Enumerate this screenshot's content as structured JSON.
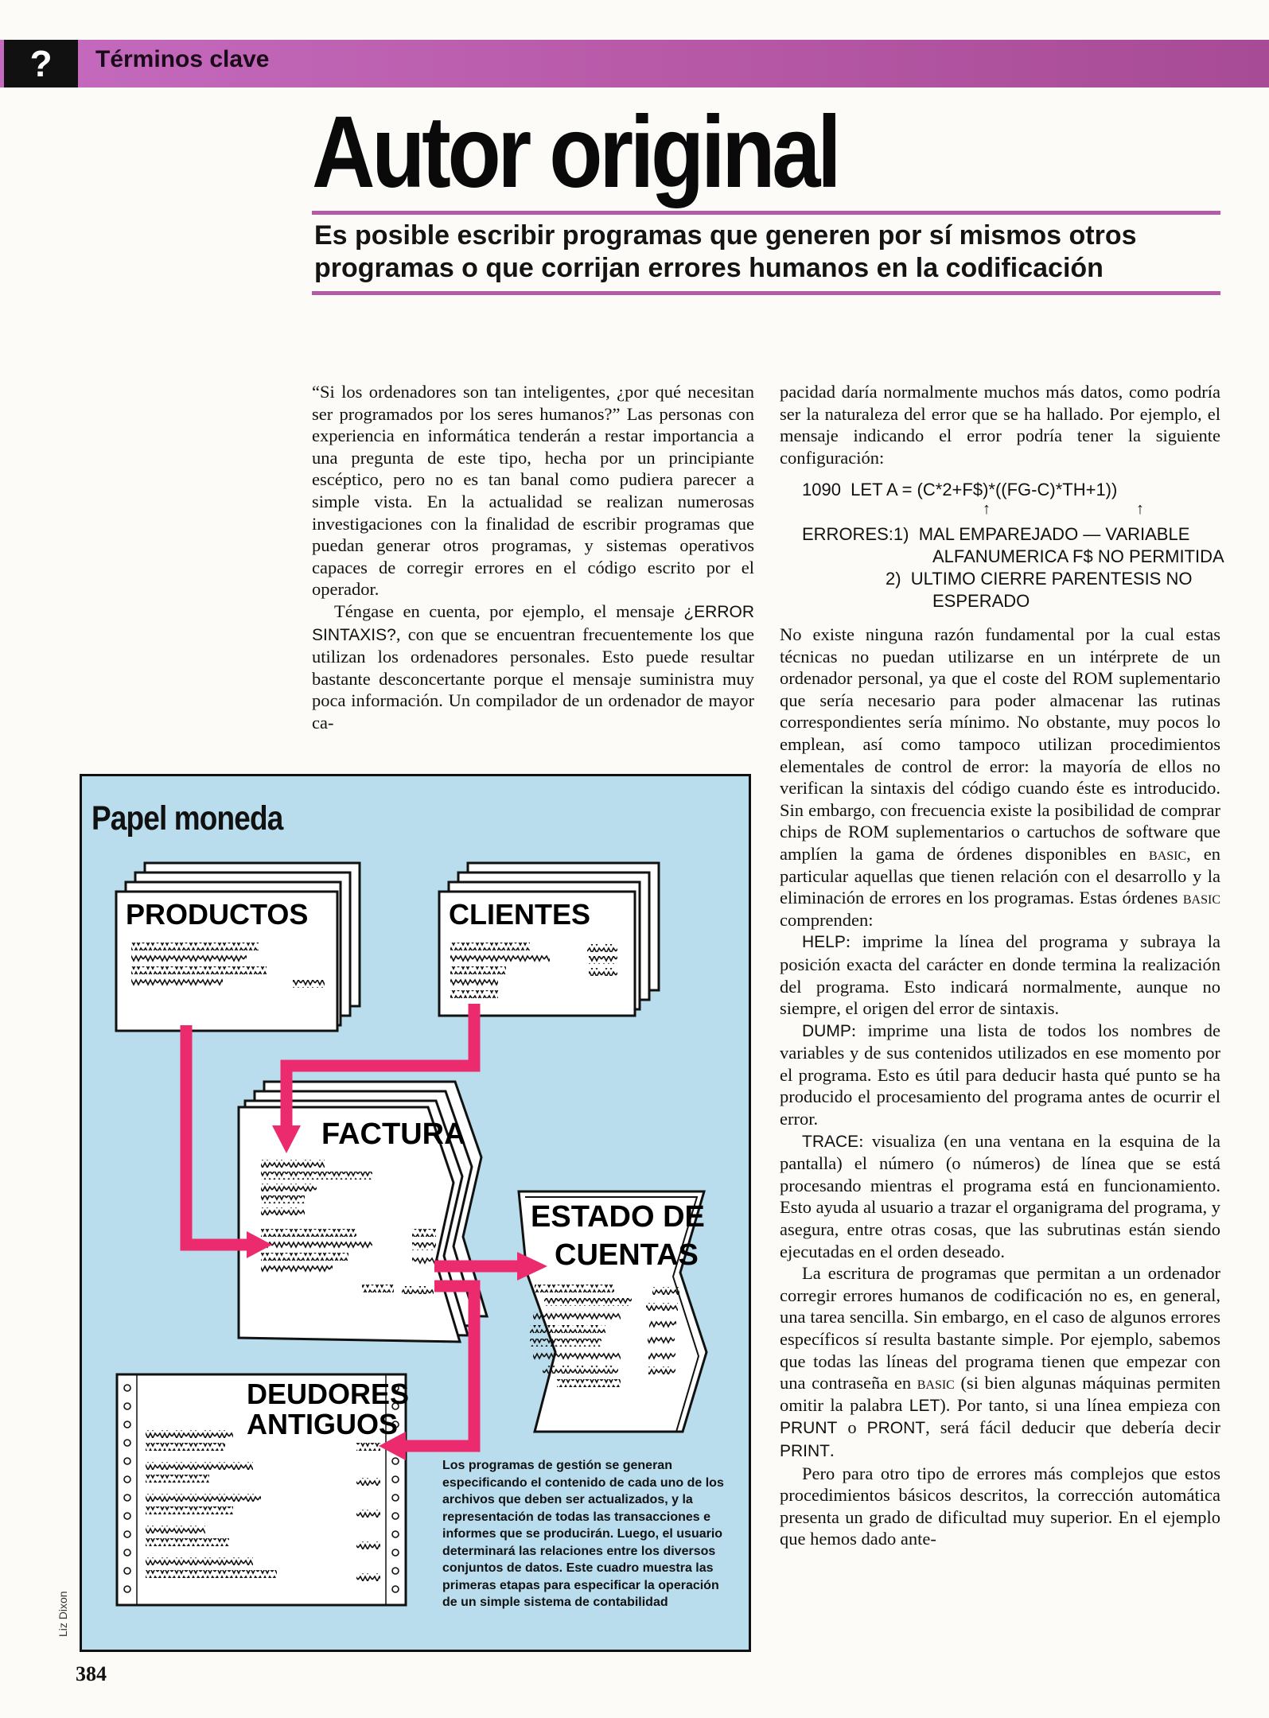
{
  "header": {
    "icon": "?",
    "section": "Términos clave"
  },
  "title": "Autor original",
  "subtitle": "Es posible escribir programas que generen por sí mismos otros programas o que corrijan errores humanos en la codificación",
  "col1": {
    "p1": "“Si los ordenadores son tan inteligentes, ¿por qué necesitan ser programados por los seres humanos?” Las personas con experiencia en informática tenderán a restar importancia a una pregunta de este tipo, hecha por un principiante escéptico, pero no es tan banal como pudiera parecer a simple vista. En la actualidad se realizan numerosas investigaciones con la finalidad de escribir programas que puedan generar otros programas, y sistemas operativos capaces de corregir errores en el código escrito por el operador.",
    "p2_a": "Téngase en cuenta, por ejemplo, el mensaje ",
    "p2_code": "¿ERROR SINTAXIS?",
    "p2_b": ", con que se encuentran frecuentemente los que utilizan los ordenadores personales. Esto puede resultar bastante desconcertante porque el mensaje suministra muy poca información. Un compilador de un ordenador de mayor ca-"
  },
  "col2": {
    "p1": "pacidad daría normalmente muchos más datos, como podría ser la naturaleza del error que se ha hallado. Por ejemplo, el mensaje indicando el error podría tener la siguiente configuración:",
    "code_line": "1090  LET A = (C*2+F$)*((FG-C)*TH+1))",
    "arrows": "↑",
    "err1": "ERRORES:1)  MAL EMPAREJADO — VARIABLE",
    "err1b": "ALFANUMERICA F$ NO PERMITIDA",
    "err2": "2)  ULTIMO CIERRE PARENTESIS NO",
    "err2b": "ESPERADO",
    "p2_a": "No existe ninguna razón fundamental por la cual estas técnicas no puedan utilizarse en un intérprete de un ordenador personal, ya que el coste del ROM suplementario que sería necesario para poder almacenar las rutinas correspondientes sería mínimo. No obstante, muy pocos lo emplean, así como tampoco utilizan procedimientos elementales de control de error: la mayoría de ellos no verifican la sintaxis del código cuando éste es introducido. Sin embargo, con frecuencia existe la posibilidad de comprar chips de ROM suplementarios o cartuchos de software que amplíen la gama de órdenes disponibles en ",
    "basic": "basic",
    "p2_b": ", en particular aquellas que tienen relación con el desarrollo y la eliminación de errores en los programas. Estas órdenes ",
    "p2_c": " comprenden:",
    "help_kw": "HELP",
    "help_txt": ": imprime la línea del programa y subraya la posición exacta del carácter en donde termina la realización del programa. Esto indicará normalmente, aunque no siempre, el origen del error de sintaxis.",
    "dump_kw": "DUMP",
    "dump_txt": ": imprime una lista de todos los nombres de variables y de sus contenidos utilizados en ese momento por el programa. Esto es útil para deducir hasta qué punto se ha producido el procesamiento del programa antes de ocurrir el error.",
    "trace_kw": "TRACE",
    "trace_txt": ": visualiza (en una ventana en la esquina de la pantalla) el número (o números) de línea que se está procesando mientras el programa está en funcionamiento. Esto ayuda al usuario a trazar el organigrama del programa, y asegura, entre otras cosas, que las subrutinas están siendo ejecutadas en el orden deseado.",
    "p3_a": "La escritura de programas que permitan a un ordenador corregir errores humanos de codificación no es, en general, una tarea sencilla. Sin embargo, en el caso de algunos errores específicos sí resulta bastante simple. Por ejemplo, sabemos que todas las líneas del programa tienen que empezar con una contraseña en ",
    "p3_b": " (si bien algunas máquinas permiten omitir la palabra ",
    "let": "LET",
    "p3_c": "). Por tanto, si una línea empieza con ",
    "prunt": "PRUNT",
    "o": " o ",
    "pront": "PRONT",
    "p3_d": ", será fácil deducir que debería decir ",
    "print": "PRINT",
    "p3_e": ".",
    "p4": "Pero para otro tipo de errores más complejos que estos procedimientos básicos descritos, la corrección automática presenta un grado de dificultad muy superior. En el ejemplo que hemos dado ante-"
  },
  "diagram": {
    "title": "Papel moneda",
    "docs": {
      "productos": "PRODUCTOS",
      "clientes": "CLIENTES",
      "factura": "FACTURA",
      "estado1": "ESTADO DE",
      "estado2": "CUENTAS",
      "deudores1": "DEUDORES",
      "deudores2": "ANTIGUOS"
    },
    "caption": "Los programas de gestión se generan especificando el contenido de cada uno de los archivos que deben ser actualizados, y la representación de todas las transacciones e informes que se producirán. Luego, el usuario determinará las relaciones entre los diversos conjuntos de datos. Este cuadro muestra las primeras etapas para especificar la operación de un simple sistema de contabilidad",
    "colors": {
      "background": "#b9dded",
      "arrow": "#ec2a6e",
      "paper": "#ffffff"
    }
  },
  "credit": "Liz Dixon",
  "page_number": "384",
  "colors": {
    "accent": "#b45ba8"
  }
}
